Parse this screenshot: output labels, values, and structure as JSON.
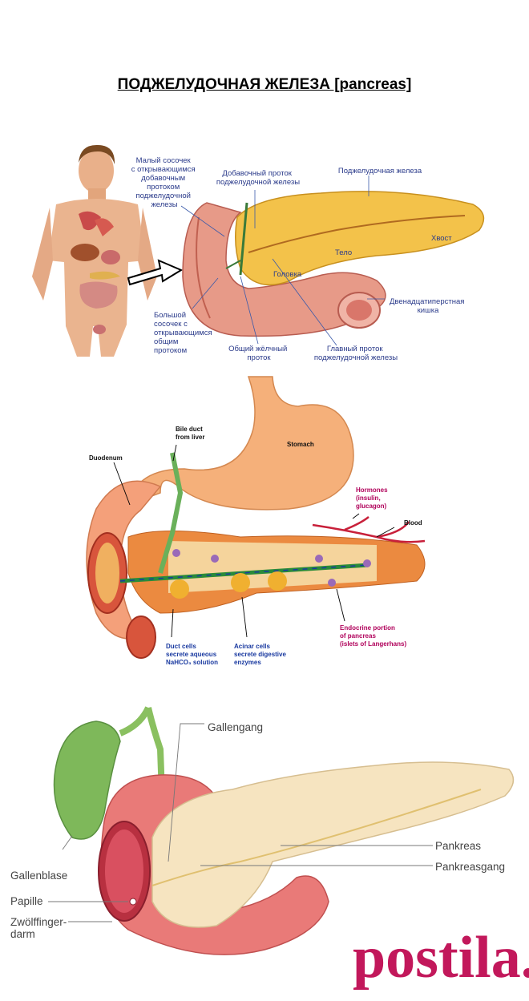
{
  "page": {
    "title": "ПОДЖЕЛУДОЧНАЯ ЖЕЛЕЗА [pancreas]"
  },
  "figure1": {
    "labels": {
      "minor_papilla": [
        "Малый сосочек",
        "с открывающимся",
        "добавочным",
        "протоком",
        "поджелудочной",
        "железы"
      ],
      "accessory_duct": [
        "Добавочный проток",
        "поджелудочной железы"
      ],
      "pancreas": "Поджелудочная железа",
      "tail": "Хвост",
      "body": "Тело",
      "head": "Головка",
      "duodenum": [
        "Двенадцатиперстная",
        "кишка"
      ],
      "major_papilla": [
        "Большой",
        "сосочек с",
        "открывающимся",
        "общим",
        "протоком"
      ],
      "bile_duct": [
        "Общий жёлчный",
        "проток"
      ],
      "main_duct": [
        "Главный проток",
        "поджелудочной железы"
      ]
    }
  },
  "figure2": {
    "labels": {
      "bile_duct": [
        "Bile duct",
        "from liver"
      ],
      "stomach": "Stomach",
      "duodenum": "Duodenum",
      "hormones": [
        "Hormones",
        "(insulin,",
        "glucagon)"
      ],
      "blood": "Blood",
      "duct_cells": [
        "Duct cells",
        "secrete aqueous",
        "NaHCO₃ solution"
      ],
      "acinar_cells": [
        "Acinar cells",
        "secrete digestive",
        "enzymes"
      ],
      "endocrine": [
        "Endocrine portion",
        "of pancreas",
        "(islets of Langerhans)"
      ]
    },
    "colors": {
      "hormone_label": "#b0005a",
      "duct_label": "#1a3aa0"
    }
  },
  "figure3": {
    "labels": {
      "gallengang": "Gallengang",
      "gallenblase": "Gallenblase",
      "papille": "Papille",
      "zwoelffingerdarm": [
        "Zwölffinger-",
        "darm"
      ],
      "pankreas": "Pankreas",
      "pankreasgang": "Pankreasgang"
    },
    "watermark": "postila.ru",
    "watermark_color": "#c2185b"
  }
}
